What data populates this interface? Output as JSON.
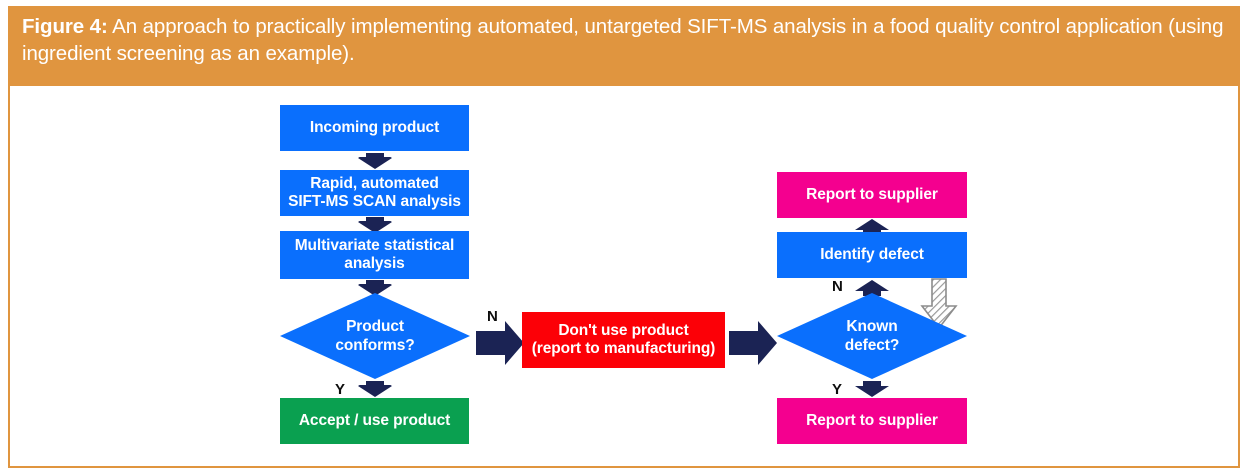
{
  "caption": {
    "label": "Figure 4:",
    "text": " An approach to practically implementing automated, untargeted SIFT-MS analysis in a food quality control application (using ingredient screening as an example)."
  },
  "colors": {
    "banner": "#e0953f",
    "frame": "#e0953f",
    "process_blue": "#0a6ffd",
    "accept_green": "#0aa050",
    "reject_red": "#fc0007",
    "report_magenta": "#f4008f",
    "connector_navy": "#1b2354",
    "hatched_arrow": "#9a9a9a",
    "branch_letter": "#0d0d0d",
    "node_text": "#ffffff"
  },
  "flow": {
    "left_column": [
      {
        "id": "incoming-product",
        "label": "Incoming product",
        "shape": "rect",
        "color": "blue"
      },
      {
        "id": "sift-ms-scan-analysis",
        "label": "Rapid, automated\nSIFT-MS SCAN analysis",
        "shape": "rect",
        "color": "blue"
      },
      {
        "id": "multivariate-analysis",
        "label": "Multivariate statistical\nanalysis",
        "shape": "rect",
        "color": "blue"
      },
      {
        "id": "product-conforms",
        "label": "Product\nconforms?",
        "shape": "diamond",
        "color": "blue"
      },
      {
        "id": "accept-use-product",
        "label": "Accept / use product",
        "shape": "rect",
        "color": "green"
      }
    ],
    "middle": [
      {
        "id": "dont-use-product",
        "label": "Don't use product\n(report to manufacturing)",
        "shape": "rect",
        "color": "red"
      }
    ],
    "right_column": [
      {
        "id": "report-to-supplier-top",
        "label": "Report to supplier",
        "shape": "rect",
        "color": "magenta"
      },
      {
        "id": "identify-defect",
        "label": "Identify defect",
        "shape": "rect",
        "color": "blue"
      },
      {
        "id": "known-defect",
        "label": "Known\ndefect?",
        "shape": "diamond",
        "color": "blue"
      },
      {
        "id": "report-to-supplier-bottom",
        "label": "Report to supplier",
        "shape": "rect",
        "color": "magenta"
      }
    ],
    "branch_labels": {
      "product_conforms_no": "N",
      "product_conforms_yes": "Y",
      "known_defect_no": "N",
      "known_defect_yes": "Y"
    },
    "connectors": [
      {
        "id": "incoming-to-scan",
        "direction": "down",
        "style": "solid"
      },
      {
        "id": "scan-to-multivariate",
        "direction": "down",
        "style": "solid"
      },
      {
        "id": "multivariate-to-conforms",
        "direction": "down",
        "style": "solid"
      },
      {
        "id": "conforms-yes-to-accept",
        "direction": "down",
        "style": "solid"
      },
      {
        "id": "conforms-no-to-dont-use",
        "direction": "right",
        "style": "solid"
      },
      {
        "id": "dont-use-to-known-defect",
        "direction": "right",
        "style": "solid"
      },
      {
        "id": "known-defect-no-to-identify",
        "direction": "up",
        "style": "solid"
      },
      {
        "id": "identify-to-report-top",
        "direction": "up",
        "style": "solid"
      },
      {
        "id": "known-defect-yes-to-report-bottom",
        "direction": "down",
        "style": "solid"
      },
      {
        "id": "incoming-defect-entry",
        "direction": "down",
        "style": "hatched"
      }
    ]
  }
}
